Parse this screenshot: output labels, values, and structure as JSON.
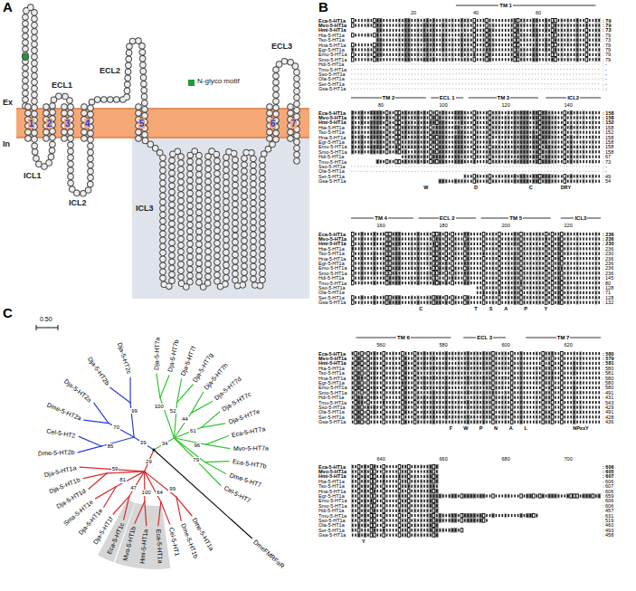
{
  "diagram": {
    "labels": [
      "A",
      "B",
      "C",
      "Ex",
      "In",
      "ECL1",
      "ICL1",
      "ICL2",
      "ECL2",
      "ICL3",
      "ECL3",
      "1",
      "2",
      "3",
      "4",
      "5",
      "6",
      "7",
      "Eca-5-HT1a",
      "Mvo-5-HT1a",
      "Hmi-5-HT1a",
      "Hta-5-HT1a",
      "Tso-5-HT1a",
      "Hna-5-HT1a",
      "Egr-5-HT1a",
      "Emu-5-HT1a",
      "Smo-5-HT1a",
      "Hdi-5-HT1a",
      "Tmu-5-HT1a",
      "Sso-5-HT1a",
      "Ola-5-HT1a",
      "Ser-5-HT1a",
      "Gsa-5-HT1a",
      "Eca-5-HT1a",
      "Mvo-5-HT1a",
      "Hmi-5-HT1a",
      "Hta-5-HT1a",
      "Tso-5-HT1a",
      "Hna-5-HT1a",
      "Egr-5-HT1a",
      "Emu-5-HT1a",
      "Smo-5-HT1a",
      "Hdi-5-HT1a",
      "Tmu-5-HT1a",
      "Sso-5-HT1a",
      "Ola-5-HT1a",
      "Ser-5-HT1a",
      "Gsa-5-HT1a",
      "Eca-5-HT1a",
      "Mvo-5-HT1a",
      "Hmi-5-HT1a",
      "Hta-5-HT1a",
      "Tso-5-HT1a",
      "Hna-5-HT1a",
      "Egr-5-HT1a",
      "Emu-5-HT1a",
      "Smo-5-HT1a",
      "Hdi-5-HT1a",
      "Tmu-5-HT1a",
      "Sso-5-HT1a",
      "Ola-5-HT1a",
      "Ser-5-HT1a",
      "Gsa-5-HT1a",
      "Eca-5-HT1a",
      "Mvo-5-HT1a",
      "Hmi-5-HT1a",
      "Hta-5-HT1a",
      "Tso-5-HT1a",
      "Hna-5-HT1a",
      "Egr-5-HT1a",
      "Emu-5-HT1a",
      "Smo-5-HT1a",
      "Hdi-5-HT1a",
      "Tmu-5-HT1a",
      "Sso-5-HT1a",
      "Ola-5-HT1a",
      "Ser-5-HT1a",
      "Gsa-5-HT1a",
      "Eca-5-HT1a",
      "Mvo-5-HT1a",
      "Hmi-5-HT1a",
      "Hta-5-HT1a",
      "Tso-5-HT1a",
      "Hna-5-HT1a",
      "Egr-5-HT1a",
      "Emu-5-HT1a",
      "Smo-5-HT1a",
      "Hdi-5-HT1a",
      "Tmu-5-HT1a",
      "Sso-5-HT1a",
      "Ola-5-HT1a",
      "Ser-5-HT1a",
      "Gsa-5-HT1a",
      ": 79",
      ": 79",
      ": 73",
      ": 79",
      ": 73",
      ": 79",
      ": 79",
      ": 79",
      ": 79",
      ": -",
      ": -",
      ": -",
      ": -",
      ": -",
      ": -",
      ": 158",
      ": 158",
      ": 152",
      ": 158",
      ": 152",
      ": 158",
      ": 158",
      ": 158",
      ": 158",
      ": 67",
      ": 73",
      ": -",
      ": -",
      ": 49",
      ": 54",
      ": 236",
      ": 236",
      ": 230",
      ": 236",
      ": 230",
      ": 236",
      ": 236",
      ": 236",
      ": 236",
      ": 145",
      ": 80",
      ": 128",
      ": 71",
      ": 128",
      ": 132",
      ": 580",
      ": 579",
      ": 581",
      ": 580",
      ": 581",
      ": 580",
      ": 580",
      ": 580",
      ": 491",
      ": 431",
      ": 543",
      ": 429",
      ": 491",
      ": 428",
      ": 436",
      ": 606",
      ": 605",
      ": 607",
      ": 606",
      ": 607",
      ": 606",
      ": 659",
      ": 606",
      ": 606",
      ": 457",
      ": 631",
      ": 519",
      ": 460",
      ": 493",
      ": 458",
      "TM 1",
      "20",
      "40",
      "60",
      "TM 2",
      "ECL 1",
      "TM 3",
      "ICL2",
      "80",
      "100",
      "120",
      "140",
      "TM 4",
      "ECL 2",
      "TM 5",
      "ICL3",
      "160",
      "180",
      "200",
      "220",
      "TM 6",
      "ECL 3",
      "TM 7",
      "560",
      "580",
      "600",
      "620",
      "640",
      "660",
      "680",
      "700",
      "W",
      "D",
      "C",
      "DRY",
      "C",
      "T",
      "S",
      "A",
      "P",
      "Y",
      "F",
      "W",
      "P",
      "N",
      "A",
      "L",
      "NPxxY",
      "Y",
      "Dja-5-HT7a",
      "Dja-5-HT7b",
      "Dja-5-HT7f",
      "Dja-5-HT7g",
      "Dja-5-HT7h",
      "Dja-5-HT7d",
      "Dja-5-HT7c",
      "Dja-5-HT7e",
      "Eca-5-HT7a",
      "Mvo-5-HT7a",
      "Eca-5-HT7b",
      "Dme-5-HT7",
      "Cel-5-HT7",
      "DmeFMRFaR",
      "Dme-5-HT1a",
      "Dme-5-HT1b",
      "Cel-5-HT1",
      "Eca-5-HT1a",
      "Hmi-5-HT1a",
      "Mvo-5-HT1b",
      "Eca-5-HT1c",
      "Dja-5-HT1f",
      "Dja-5-HT1e",
      "Sma-5-HT1e",
      "Dja-5-HT1d",
      "Dja-5-HT1b",
      "Dja-5-HT1a",
      "Dme-5-HT2b",
      "Cel-5-HT2",
      "Dme-5-HT2a",
      "Dja-5-HT2a",
      "Dja-5-HT2b",
      "Dja-5-HT2c",
      "100",
      "52",
      "44",
      "61",
      "96",
      "79",
      "99",
      "64",
      "100",
      "47",
      "81",
      "59",
      "85",
      "70",
      "99",
      "34",
      "29",
      "39",
      "0.50"
    ],
    "legend": [
      {
        "text": "N-glyco motif",
        "color": "#1f9a3a"
      }
    ]
  }
}
